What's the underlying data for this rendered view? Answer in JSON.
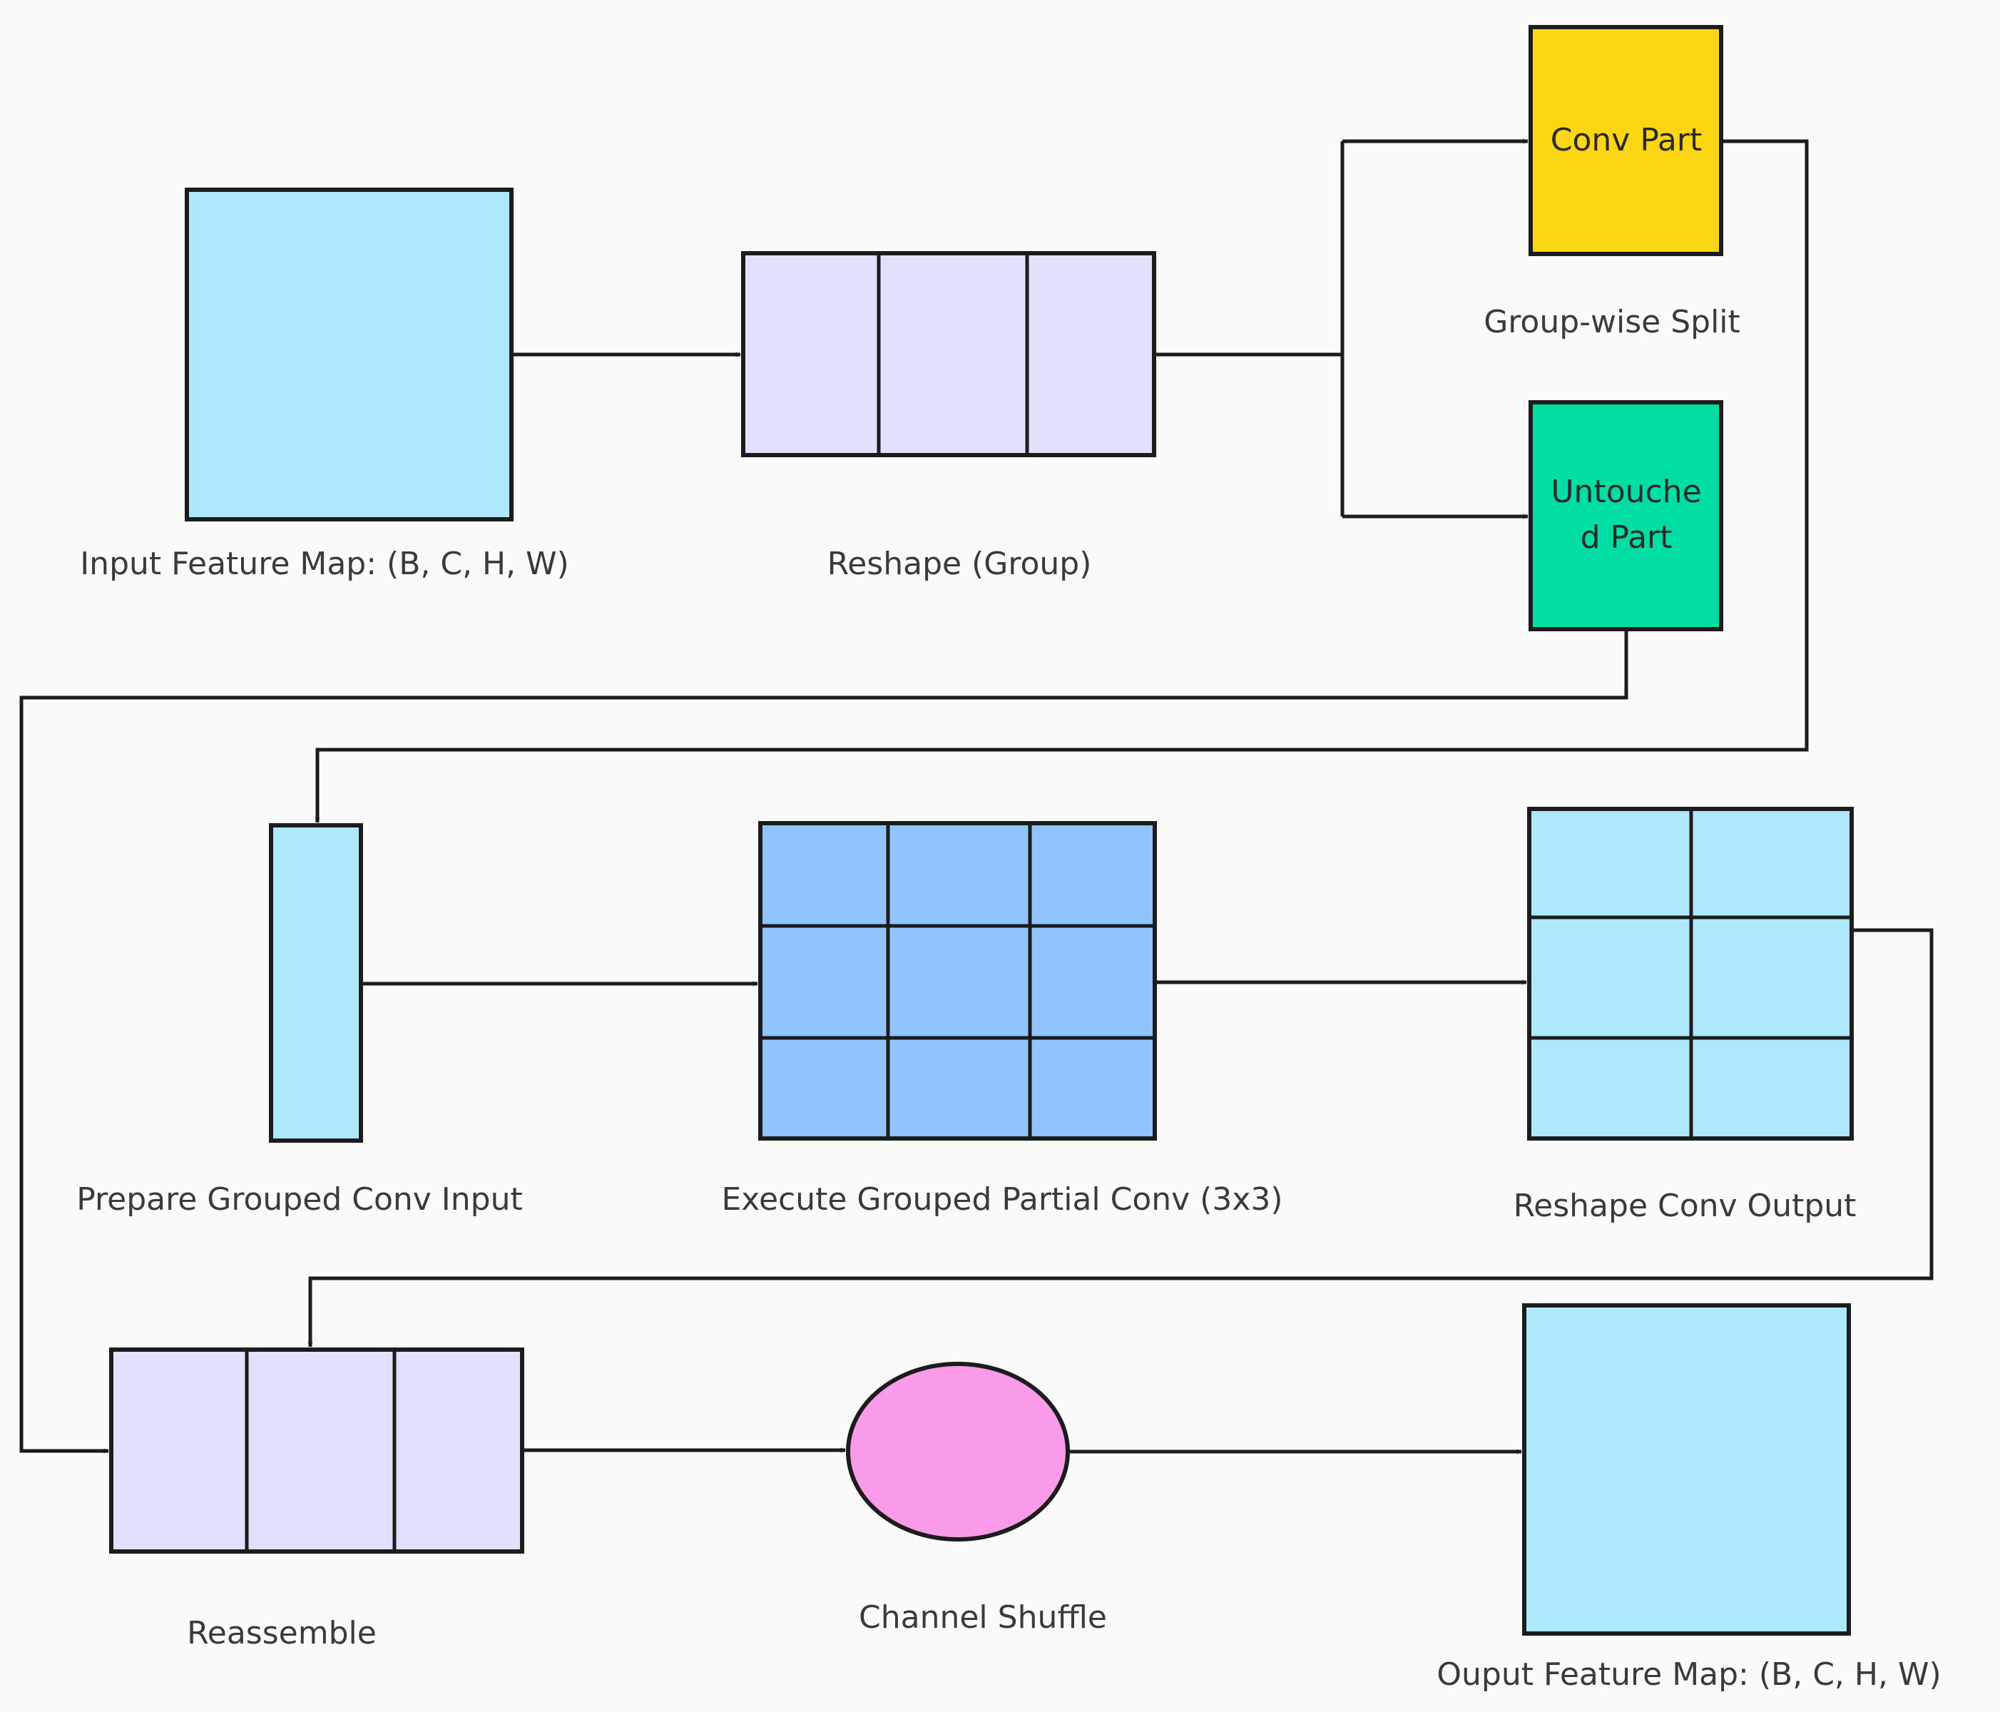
{
  "nodes": {
    "input_map": {
      "label": "Input Feature Map: (B, C, H, W)"
    },
    "reshape_group": {
      "label": "Reshape (Group)"
    },
    "conv_part": {
      "label": "Conv Part"
    },
    "split": {
      "label": "Group-wise Split"
    },
    "untouched_part": {
      "label_line1": "Untouche",
      "label_line2": "d Part"
    },
    "prepare_input": {
      "label": "Prepare Grouped Conv Input"
    },
    "execute_conv": {
      "label": "Execute Grouped Partial Conv (3x3)"
    },
    "reshape_output": {
      "label": "Reshape Conv Output"
    },
    "reassemble": {
      "label": "Reassemble"
    },
    "channel_shuffle": {
      "label": "Channel Shuffle"
    },
    "output_map": {
      "label": "Ouput Feature Map: (B, C, H, W)"
    }
  },
  "colors": {
    "light_blue": "#ade8fc",
    "lavender": "#e0e1fc",
    "yellow": "#fcd513",
    "green": "#00dea3",
    "mid_blue": "#91c3fc",
    "pink": "#fa9bea",
    "stroke": "#1c1c1c"
  }
}
